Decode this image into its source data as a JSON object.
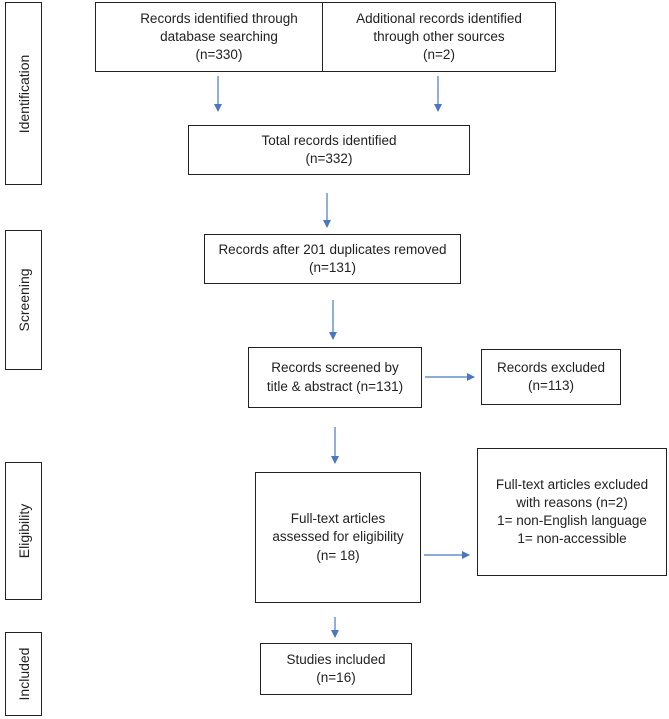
{
  "phases": {
    "identification": "Identification",
    "screening": "Screening",
    "eligibility": "Eligibility",
    "included": "Included"
  },
  "boxes": {
    "database": [
      "Records identified through",
      "database searching",
      "(n=330)"
    ],
    "other_sources": [
      "Additional records identified",
      "through other sources",
      "(n=2)"
    ],
    "total": [
      "Total records identified",
      "(n=332)"
    ],
    "duplicates_removed": [
      "Records after 201 duplicates removed",
      "(n=131)"
    ],
    "screened": [
      "Records screened by",
      "title & abstract (n=131)"
    ],
    "excluded": [
      "Records excluded",
      "(n=113)"
    ],
    "fulltext": [
      "Full-text articles",
      "assessed for eligibility",
      "(n= 18)"
    ],
    "fulltext_excluded": [
      "Full-text articles excluded",
      "with reasons (n=2)",
      "1= non-English language",
      "1= non-accessible"
    ],
    "included": [
      "Studies included",
      "(n=16)"
    ]
  },
  "colors": {
    "arrow": "#4a78c0",
    "border": "#222222"
  }
}
